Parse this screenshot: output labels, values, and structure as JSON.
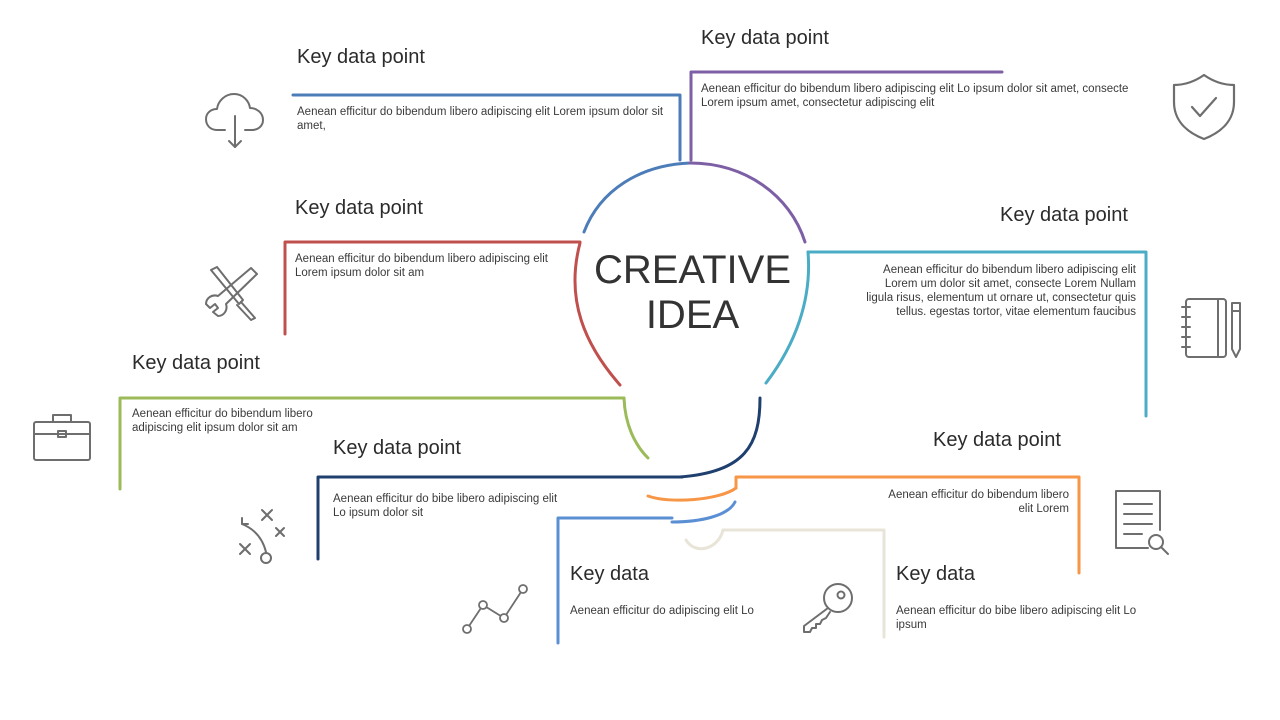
{
  "center": {
    "line1": "CREATIVE",
    "line2": "IDEA"
  },
  "colors": {
    "blue": "#4d7db8",
    "purple": "#7d5fa5",
    "red": "#c0504d",
    "teal": "#4bacc6",
    "green": "#9bbb59",
    "navy": "#1f3f6e",
    "orange": "#f79646",
    "lightblue": "#5b8fd4",
    "beige": "#e8e4d8",
    "icon": "#6e6e6e"
  },
  "items": [
    {
      "id": "top-left",
      "title": "Key data point",
      "text": "Aenean efficitur do bibendum libero adipiscing elit Lorem ipsum dolor sit amet,",
      "icon": "cloud-download-icon"
    },
    {
      "id": "top-right",
      "title": "Key data point",
      "text": "Aenean efficitur do bibendum libero adipiscing elit Lo ipsum dolor sit amet, consecte Lorem ipsum amet, consectetur adipiscing elit",
      "icon": "shield-check-icon"
    },
    {
      "id": "mid-left",
      "title": "Key data point",
      "text": "Aenean efficitur do bibendum libero adipiscing elit Lorem ipsum dolor sit am",
      "icon": "tools-icon"
    },
    {
      "id": "mid-right",
      "title": "Key data point",
      "text": "Aenean efficitur do bibendum libero adipiscing elit Lorem um dolor sit amet, consecte Lorem Nullam ligula risus, elementum ut ornare ut, consectetur quis tellus. egestas tortor, vitae elementum faucibus",
      "icon": "notebook-pen-icon"
    },
    {
      "id": "lower-left",
      "title": "Key data point",
      "text": "Aenean efficitur do bibendum libero adipiscing elit ipsum dolor sit am",
      "icon": "briefcase-icon"
    },
    {
      "id": "bottom-left",
      "title": "Key data point",
      "text": "Aenean efficitur do bibe libero adipiscing elit Lo ipsum dolor sit",
      "icon": "strategy-icon"
    },
    {
      "id": "lower-right",
      "title": "Key data point",
      "text": "Aenean efficitur do bibendum libero elit Lorem",
      "icon": "document-search-icon"
    },
    {
      "id": "bottom-center",
      "title": "Key data",
      "text": "Aenean efficitur do adipiscing elit Lo",
      "icon": "line-chart-icon"
    },
    {
      "id": "bottom-right",
      "title": "Key data",
      "text": "Aenean efficitur do bibe libero adipiscing elit Lo ipsum",
      "icon": "key-icon"
    }
  ]
}
